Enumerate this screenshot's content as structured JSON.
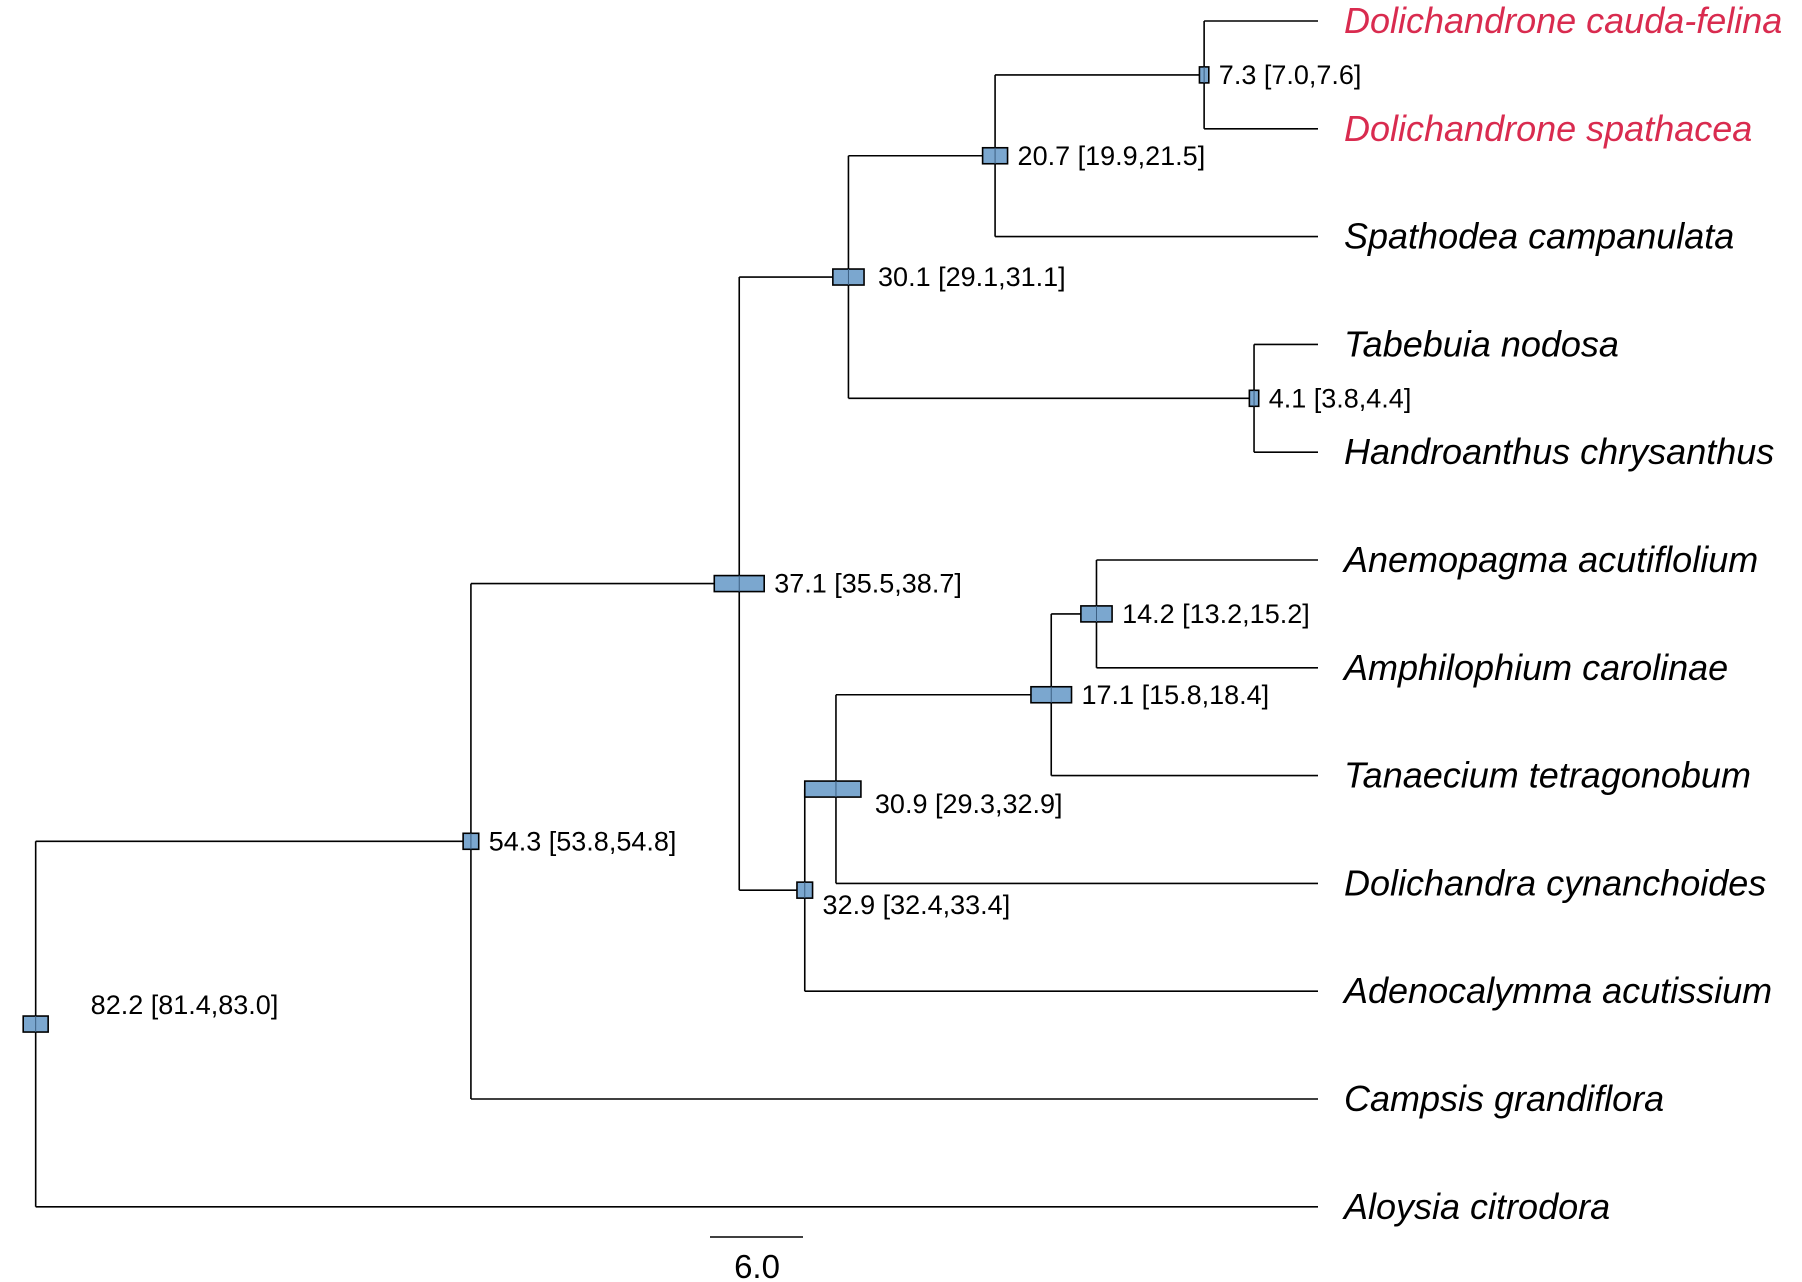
{
  "colors": {
    "branch": "#000000",
    "hpd_bar": "#7ba7cf",
    "tip_default": "#000000",
    "tip_highlight": "#d92b4f"
  },
  "tips": [
    {
      "id": "t1",
      "name": "Dolichandrone cauda-felina",
      "highlight": true
    },
    {
      "id": "t2",
      "name": "Dolichandrone spathacea",
      "highlight": true
    },
    {
      "id": "t3",
      "name": "Spathodea campanulata",
      "highlight": false
    },
    {
      "id": "t4",
      "name": "Tabebuia nodosa",
      "highlight": false
    },
    {
      "id": "t5",
      "name": "Handroanthus chrysanthus",
      "highlight": false
    },
    {
      "id": "t6",
      "name": "Anemopagma acutiflolium",
      "highlight": false
    },
    {
      "id": "t7",
      "name": "Amphilophium carolinae",
      "highlight": false
    },
    {
      "id": "t8",
      "name": "Tanaecium tetragonobum",
      "highlight": false
    },
    {
      "id": "t9",
      "name": "Dolichandra cynanchoides",
      "highlight": false
    },
    {
      "id": "t10",
      "name": "Adenocalymma acutissium",
      "highlight": false
    },
    {
      "id": "t11",
      "name": "Campsis grandiflora",
      "highlight": false
    },
    {
      "id": "t12",
      "name": "Aloysia citrodora",
      "highlight": false
    }
  ],
  "nodes": [
    {
      "id": "n1",
      "age": 7.3,
      "hpd": [
        7.0,
        7.6
      ],
      "label": "7.3 [7.0,7.6]",
      "children": [
        "t1",
        "t2"
      ]
    },
    {
      "id": "n2",
      "age": 20.7,
      "hpd": [
        19.9,
        21.5
      ],
      "label": "20.7 [19.9,21.5]",
      "children": [
        "n1",
        "t3"
      ]
    },
    {
      "id": "n3",
      "age": 4.1,
      "hpd": [
        3.8,
        4.4
      ],
      "label": "4.1 [3.8,4.4]",
      "children": [
        "t4",
        "t5"
      ]
    },
    {
      "id": "n4",
      "age": 30.1,
      "hpd": [
        29.1,
        31.1
      ],
      "label": "30.1 [29.1,31.1]",
      "children": [
        "n2",
        "n3"
      ]
    },
    {
      "id": "n5",
      "age": 14.2,
      "hpd": [
        13.2,
        15.2
      ],
      "label": "14.2 [13.2,15.2]",
      "children": [
        "t6",
        "t7"
      ]
    },
    {
      "id": "n6",
      "age": 17.1,
      "hpd": [
        15.8,
        18.4
      ],
      "label": "17.1 [15.8,18.4]",
      "children": [
        "n5",
        "t8"
      ]
    },
    {
      "id": "n7",
      "age": 30.9,
      "hpd": [
        29.3,
        32.9
      ],
      "label": "30.9 [29.3,32.9]",
      "children": [
        "n6",
        "t9"
      ]
    },
    {
      "id": "n8",
      "age": 32.9,
      "hpd": [
        32.4,
        33.4
      ],
      "label": "32.9 [32.4,33.4]",
      "children": [
        "n7",
        "t10"
      ]
    },
    {
      "id": "n9",
      "age": 37.1,
      "hpd": [
        35.5,
        38.7
      ],
      "label": "37.1 [35.5,38.7]",
      "children": [
        "n4",
        "n8"
      ]
    },
    {
      "id": "n10",
      "age": 54.3,
      "hpd": [
        53.8,
        54.8
      ],
      "label": "54.3 [53.8,54.8]",
      "children": [
        "n9",
        "t11"
      ]
    },
    {
      "id": "n11",
      "age": 82.2,
      "hpd": [
        81.4,
        83.0
      ],
      "label": "82.2 [81.4,83.0]",
      "children": [
        "n10",
        "t12"
      ]
    }
  ],
  "scale_bar": {
    "length": 6.0,
    "label": "6.0"
  }
}
